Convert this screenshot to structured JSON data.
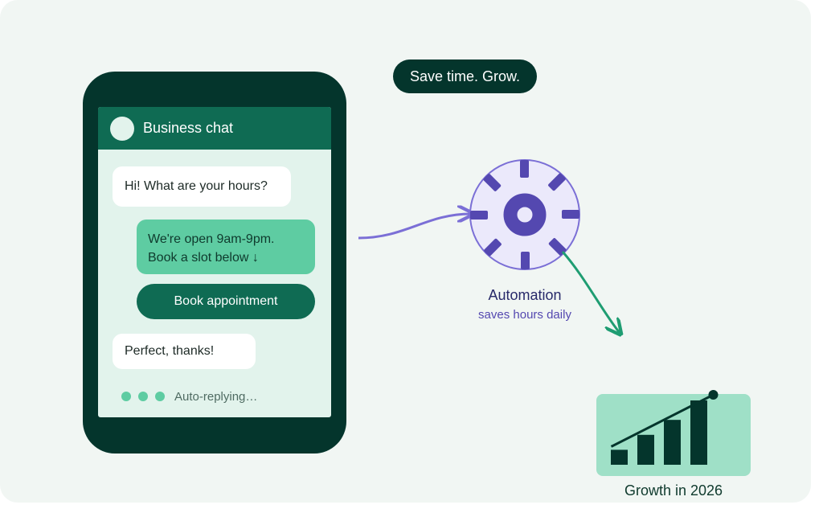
{
  "tagline": "Save time. Grow.",
  "chat": {
    "title": "Business chat",
    "messages": [
      {
        "from": "customer",
        "text": "Hi! What are your hours?"
      },
      {
        "from": "business",
        "line1": "We're open 9am-9pm.",
        "line2": "Book a slot below ↓"
      },
      {
        "from": "customer",
        "text": "Perfect, thanks!"
      }
    ],
    "action_label": "Book appointment",
    "typing_label": "Auto-replying…"
  },
  "automation": {
    "title": "Automation",
    "subtitle": "saves hours daily",
    "icon": "gear-icon"
  },
  "growth": {
    "label": "Growth in 2026",
    "chart_data": {
      "type": "bar",
      "categories": [],
      "values": [
        1,
        2,
        3,
        4.3
      ],
      "trend": "rising"
    }
  },
  "colors": {
    "dark_green": "#04352c",
    "brand_green": "#0f6b53",
    "mint": "#5ecca2",
    "light_mint": "#9fe0c7",
    "purple": "#5448b0",
    "lavender": "#ebe9fb",
    "arrow_green": "#1f9d72"
  }
}
